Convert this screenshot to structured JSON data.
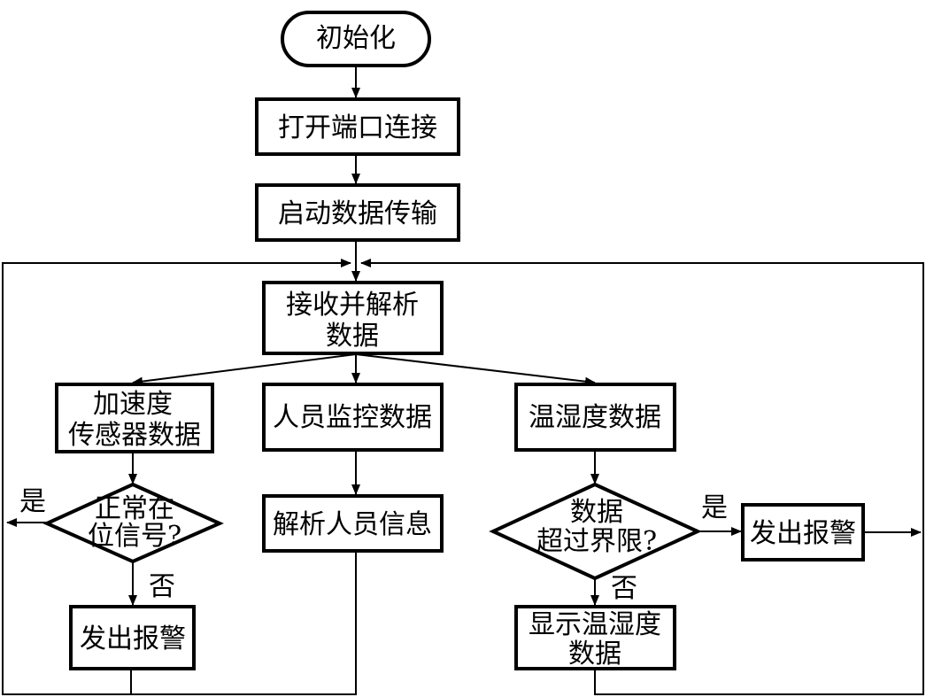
{
  "nodes": {
    "init": "初始化",
    "open_port": "打开端口连接",
    "start_transfer": "启动数据传输",
    "receive_line1": "接收并解析",
    "receive_line2": "数据",
    "accel_line1": "加速度",
    "accel_line2": "传感器数据",
    "personnel": "人员监控数据",
    "temp_humidity": "温湿度数据",
    "normal_line1": "正常在",
    "normal_line2": "位信号?",
    "parse_personnel": "解析人员信息",
    "exceed_line1": "数据",
    "exceed_line2": "超过界限?",
    "alarm_left": "发出报警",
    "alarm_right": "发出报警",
    "display_line1": "显示温湿度",
    "display_line2": "数据"
  },
  "edge_labels": {
    "yes_left": "是",
    "no_left": "否",
    "yes_right": "是",
    "no_right": "否"
  }
}
